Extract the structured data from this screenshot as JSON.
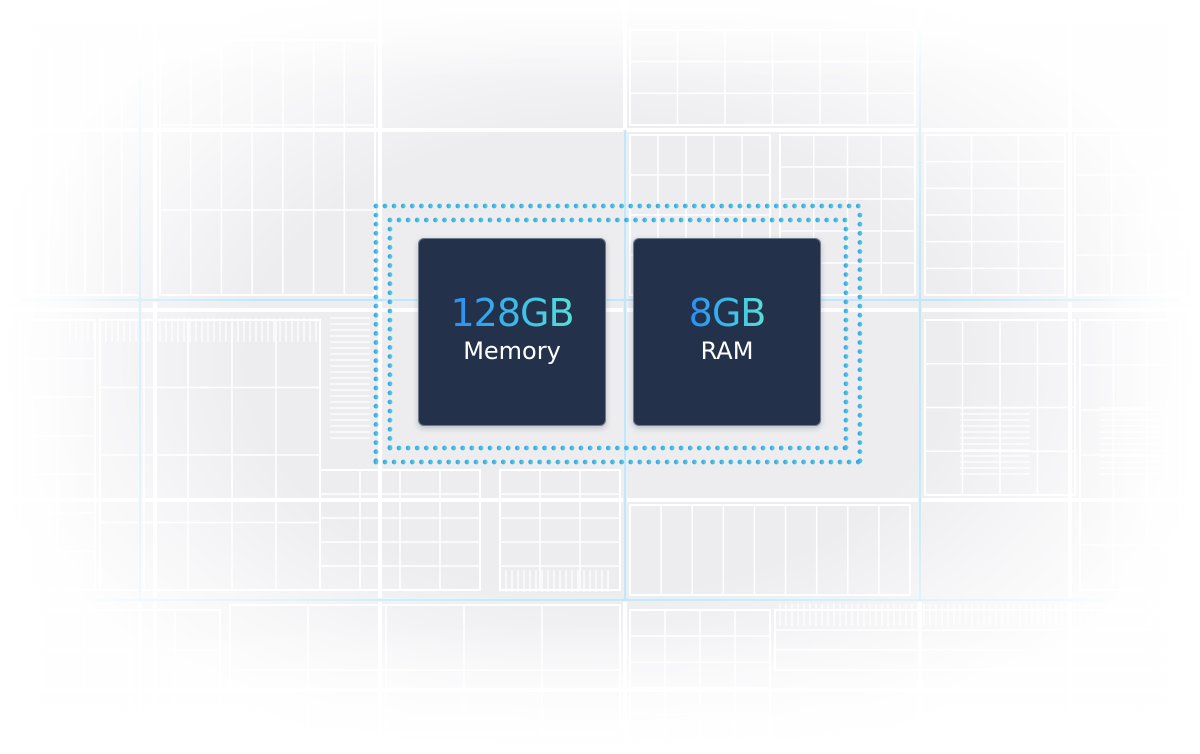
{
  "colors": {
    "chip_fill": "#23324a",
    "value_gradient_start": "#2a8cf0",
    "value_gradient_end": "#56e0d6",
    "label_color": "#ffffff",
    "dot_start": "#2f9bf0",
    "dot_end": "#5fd6cf",
    "circuit_background": "#ededf0",
    "circuit_lines": "#ffffff"
  },
  "chips": [
    {
      "value": "128GB",
      "label": "Memory"
    },
    {
      "value": "8GB",
      "label": "RAM"
    }
  ]
}
